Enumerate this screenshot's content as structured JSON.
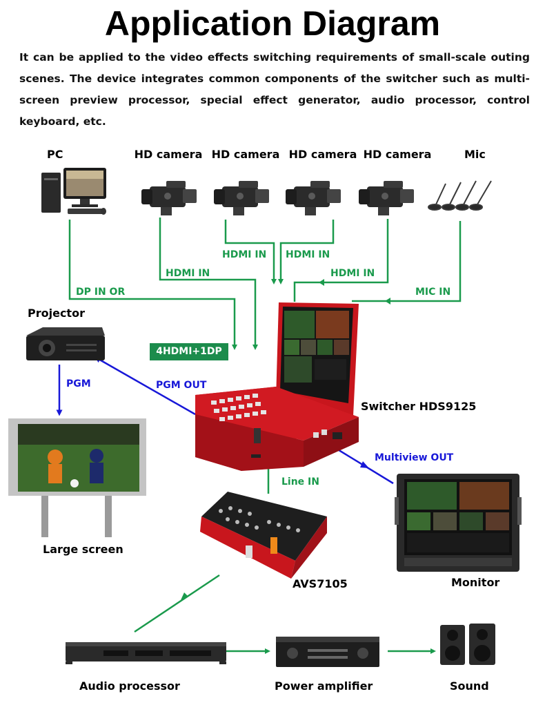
{
  "title": "Application Diagram",
  "description": "It can be applied to the video effects switching requirements of small-scale outing scenes. The device integrates common components of the switcher such as multi-screen preview processor, special effect generator, audio processor, control keyboard, etc.",
  "devices": {
    "pc": "PC",
    "cameras": [
      "HD camera",
      "HD camera",
      "HD camera",
      "HD camera"
    ],
    "mic": "Mic",
    "projector": "Projector",
    "switcher": "Switcher HDS9125",
    "large_screen": "Large screen",
    "mixer": "AVS7105",
    "monitor": "Monitor",
    "audio_processor": "Audio processor",
    "power_amplifier": "Power amplifier",
    "sound": "Sound"
  },
  "connections": {
    "dp_in": "DP IN OR",
    "hdmi_in": [
      "HDMI IN",
      "HDMI IN",
      "HDMI IN",
      "HDMI IN"
    ],
    "mic_in": "MIC IN",
    "pgm": "PGM",
    "pgm_out": "PGM OUT",
    "multiview_out": "Multiview OUT",
    "line_in": "Line IN",
    "badge": "4HDMI+1DP"
  },
  "colors": {
    "green": "#1a9a4c",
    "blue": "#1818d8",
    "switcher_red": "#c8161d",
    "badge": "#1c8c4c"
  }
}
